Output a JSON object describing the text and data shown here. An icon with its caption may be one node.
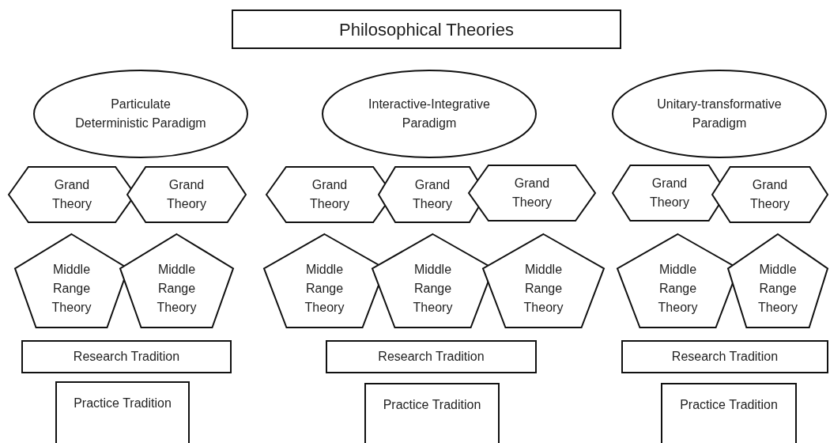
{
  "diagram": {
    "nodes": [
      {
        "text": [
          "Philosophical Theories"
        ]
      },
      {
        "text": [
          "Particulate Deterministic Paradigm"
        ]
      },
      {
        "text": [
          "Interactive-Integrative Paradigm"
        ]
      },
      {
        "text": [
          "Unitary-transformative Paradigm"
        ]
      },
      {
        "text": [
          "Grand Theory"
        ]
      },
      {
        "text": [
          "Grand Theory"
        ]
      },
      {
        "text": [
          "Grand Theory"
        ]
      },
      {
        "text": [
          "Grand Theory"
        ]
      },
      {
        "text": [
          "Grand Theory"
        ]
      },
      {
        "text": [
          "Grand Theory"
        ]
      },
      {
        "text": [
          "Grand Theory"
        ]
      },
      {
        "text": [
          "Middle Range Theory"
        ]
      },
      {
        "text": [
          "Middle Range Theory"
        ]
      },
      {
        "text": [
          "Middle Range Theory"
        ]
      },
      {
        "text": [
          "Middle Range Theory"
        ]
      },
      {
        "text": [
          "Middle Range Theory"
        ]
      },
      {
        "text": [
          "Middle Range Theory"
        ]
      },
      {
        "text": [
          "Middle Range Theory"
        ]
      },
      {
        "text": [
          "Research Tradition"
        ]
      },
      {
        "text": [
          "Research Tradition"
        ]
      },
      {
        "text": [
          "Research Tradition"
        ]
      },
      {
        "text": [
          "Practice Tradition"
        ]
      },
      {
        "text": [
          "Practice Tradition"
        ]
      },
      {
        "text": [
          "Practice Tradition"
        ]
      }
    ]
  }
}
